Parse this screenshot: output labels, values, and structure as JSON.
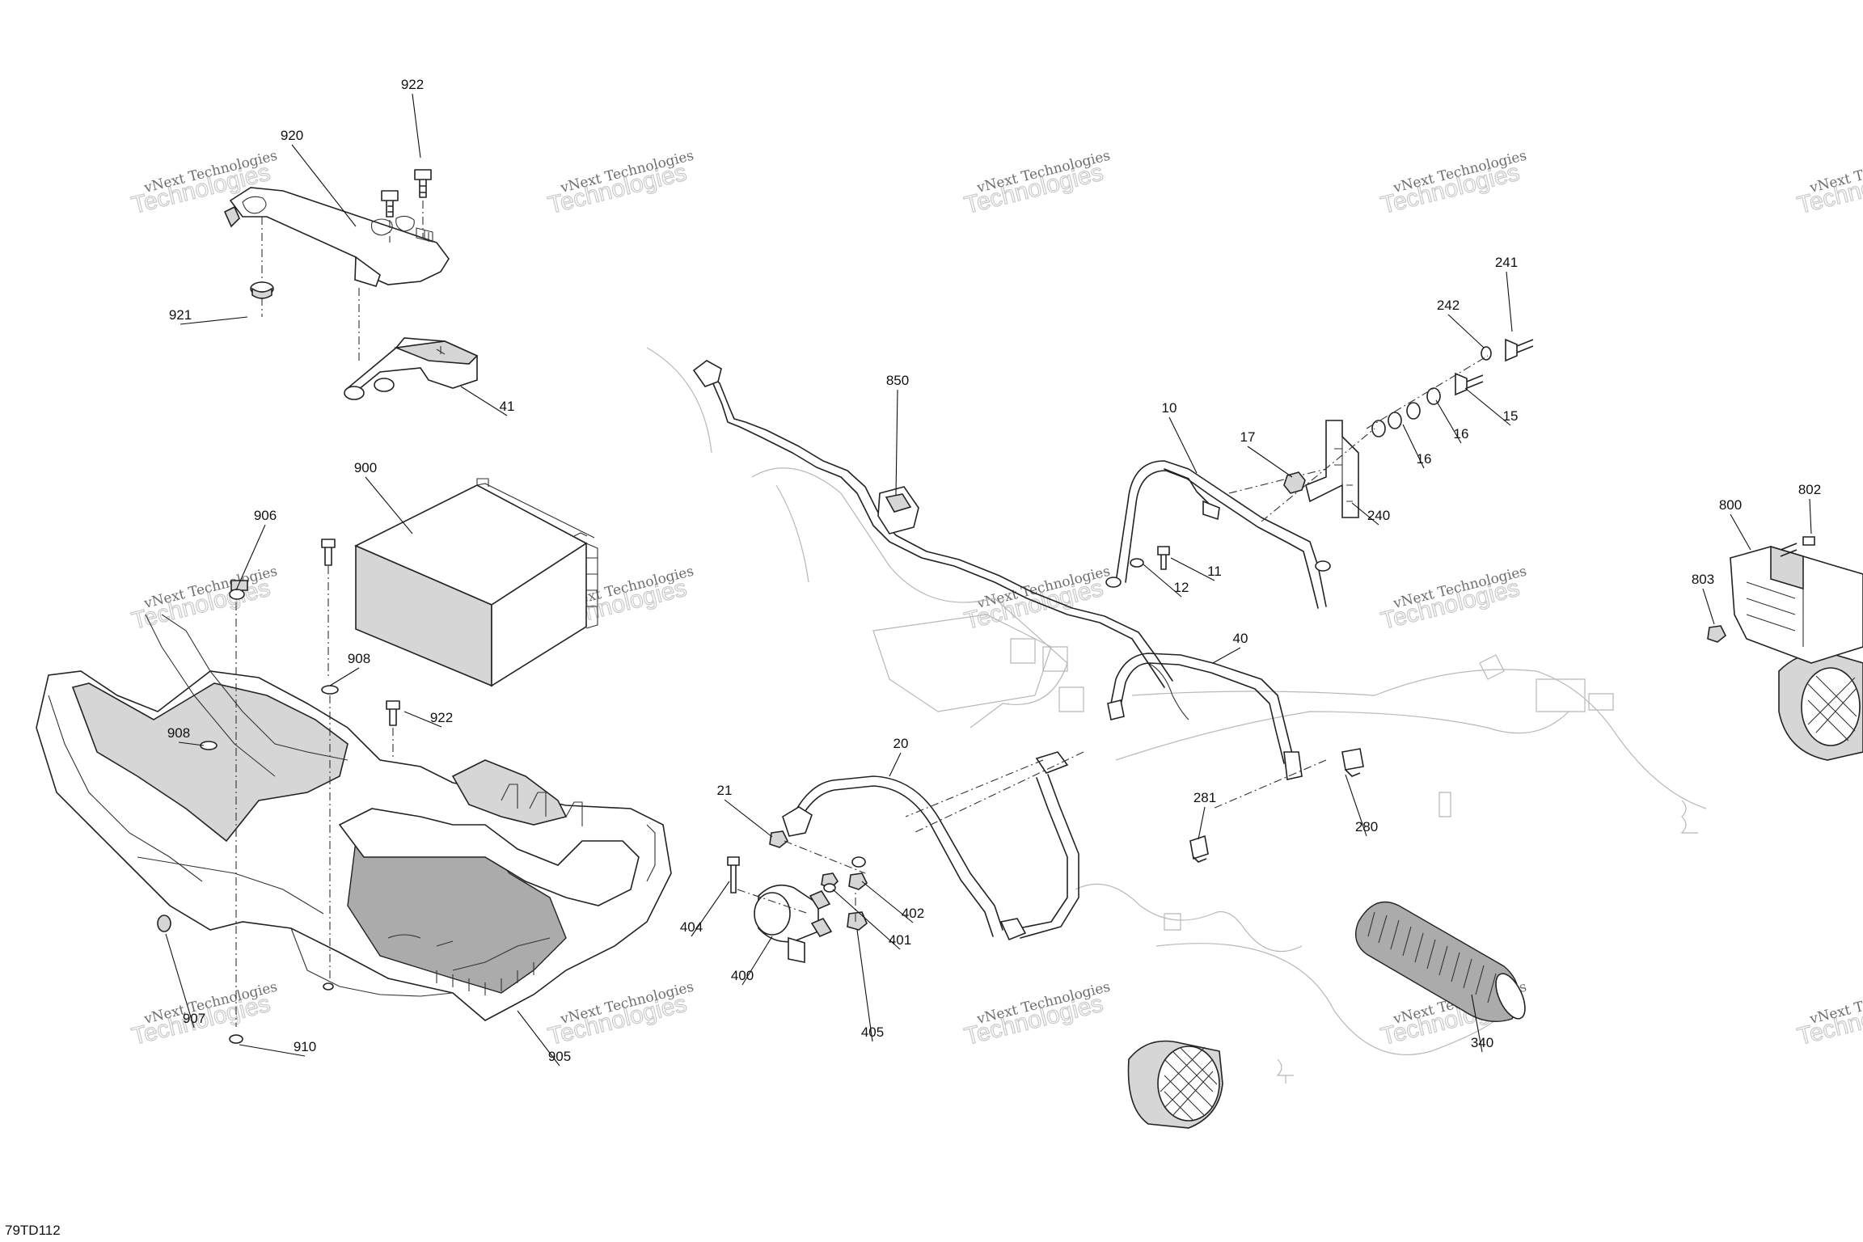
{
  "document_code": "79TD112",
  "watermark": {
    "line1": "vNext Technologies",
    "line2": "Technologies"
  },
  "part_labels": {
    "p922a": "922",
    "p920": "920",
    "p921": "921",
    "p41": "41",
    "p900": "900",
    "p906": "906",
    "p908a": "908",
    "p908b": "908",
    "p922b": "922",
    "p907": "907",
    "p910": "910",
    "p905": "905",
    "p850": "850",
    "p21": "21",
    "p20": "20",
    "p404": "404",
    "p400": "400",
    "p401": "401",
    "p402": "402",
    "p405": "405",
    "p10": "10",
    "p17": "17",
    "p11": "11",
    "p12": "12",
    "p40": "40",
    "p241": "241",
    "p242": "242",
    "p15": "15",
    "p16a": "16",
    "p16b": "16",
    "p240": "240",
    "p281": "281",
    "p280": "280",
    "p340": "340",
    "p800": "800",
    "p802": "802",
    "p803": "803"
  }
}
